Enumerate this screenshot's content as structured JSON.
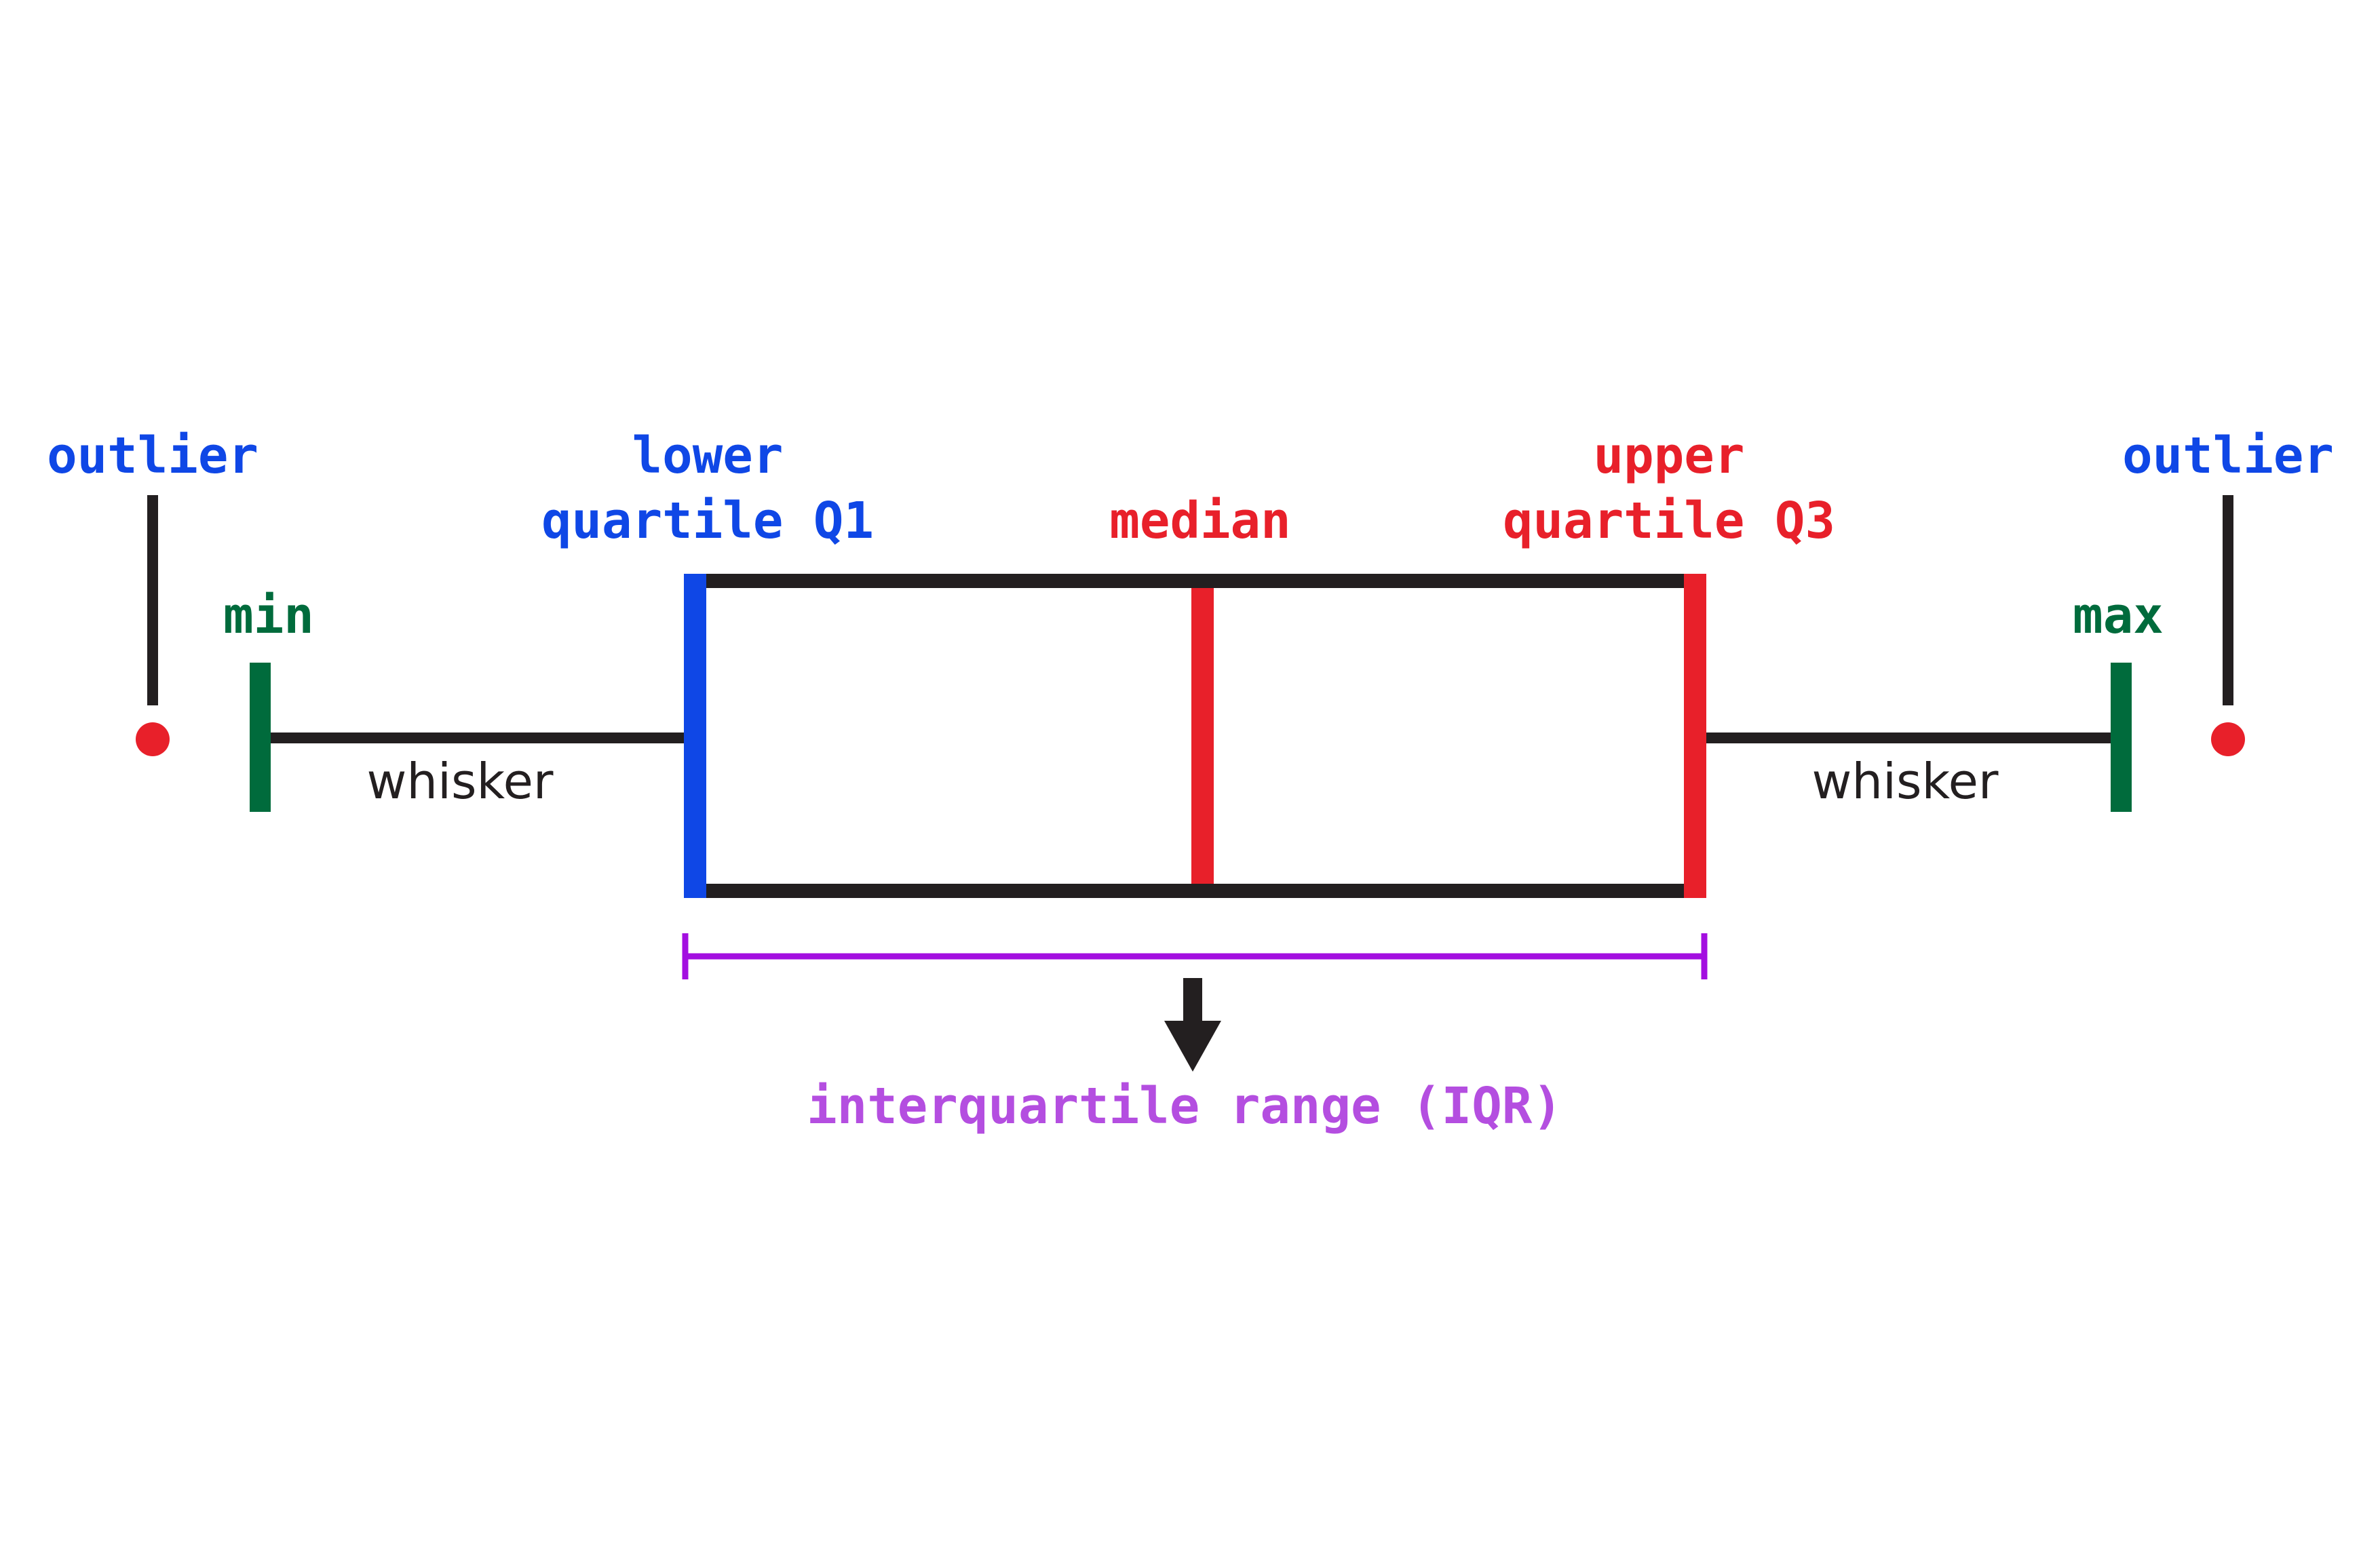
{
  "colors": {
    "black": "#231f20",
    "blue": "#0f47e6",
    "red": "#e8202a",
    "green": "#006b3c",
    "purple": "#a30fe0",
    "purple_text": "#b44ee0"
  },
  "labels": {
    "outlier_left": "outlier",
    "outlier_right": "outlier",
    "lower_quartile_line1": "lower",
    "lower_quartile_line2": "quartile Q1",
    "median": "median",
    "upper_quartile_line1": "upper",
    "upper_quartile_line2": "quartile Q3",
    "min": "min",
    "max": "max",
    "whisker_left": "whisker",
    "whisker_right": "whisker",
    "iqr": "interquartile range (IQR)"
  }
}
